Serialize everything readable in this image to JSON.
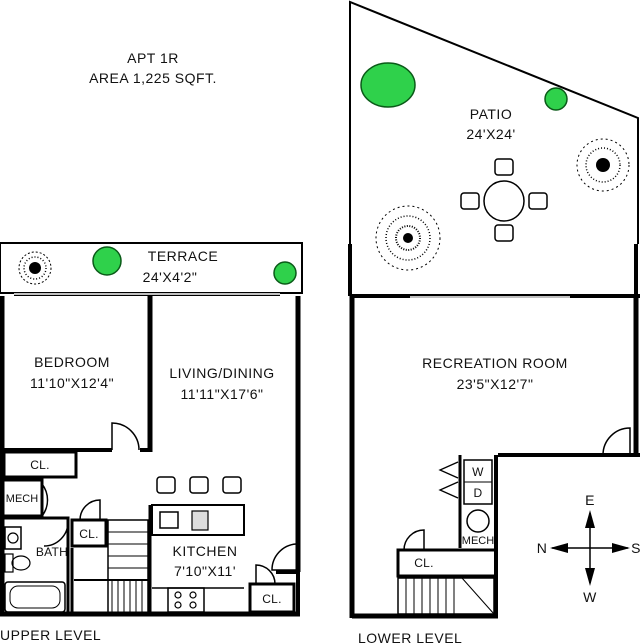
{
  "header": {
    "apt": "APT 1R",
    "area": "AREA 1,225 SQFT."
  },
  "upper": {
    "level_label": "UPPER LEVEL",
    "terrace": {
      "name": "TERRACE",
      "dims": "24'X4'2\""
    },
    "bedroom": {
      "name": "BEDROOM",
      "dims": "11'10\"X12'4\""
    },
    "living": {
      "name": "LIVING/DINING",
      "dims": "11'11\"X17'6\""
    },
    "kitchen": {
      "name": "KITCHEN",
      "dims": "7'10\"X11'"
    },
    "closet_bedroom": "CL.",
    "closet_hall": "CL.",
    "closet_kitchen": "CL.",
    "mech": "MECH",
    "bath": "BATH"
  },
  "lower": {
    "level_label": "LOWER LEVEL",
    "patio": {
      "name": "PATIO",
      "dims": "24'X24'"
    },
    "recreation": {
      "name": "RECREATION ROOM",
      "dims": "23'5\"X12'7\""
    },
    "closet": "CL.",
    "washer": "W",
    "dryer": "D",
    "mech": "MECH"
  },
  "compass": {
    "n": "N",
    "s": "S",
    "e": "E",
    "w": "W"
  },
  "colors": {
    "plant_green": "#2fd14b",
    "wall": "#000000"
  }
}
